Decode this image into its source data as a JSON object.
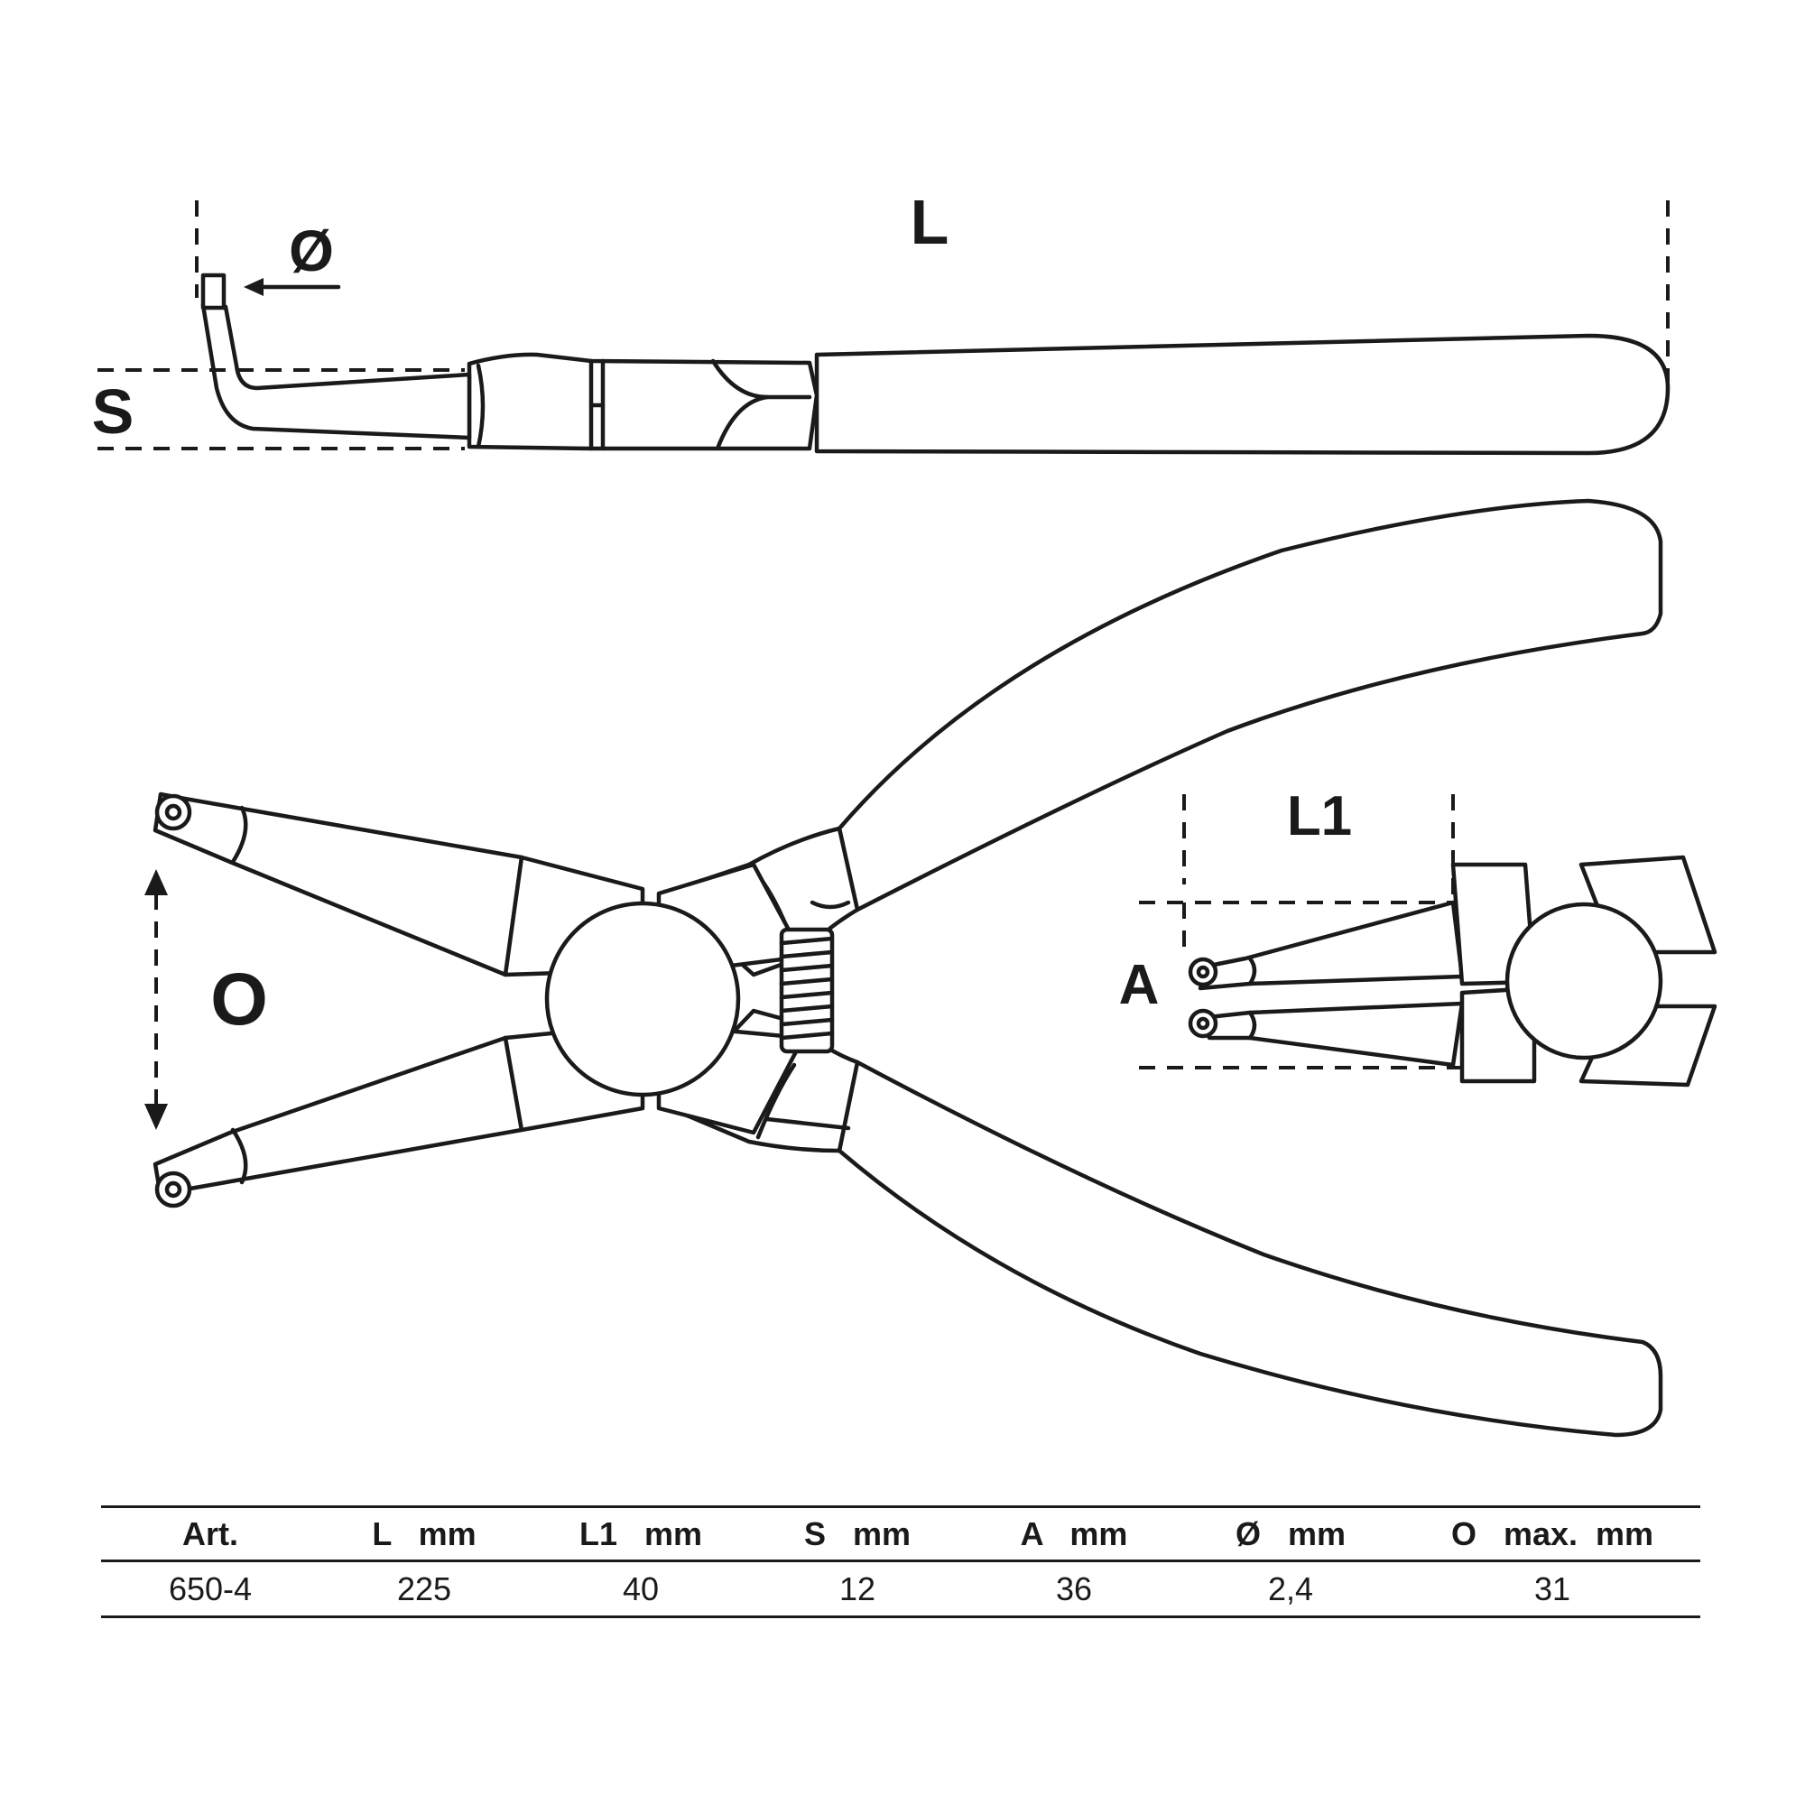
{
  "diagram": {
    "labels": {
      "length": "L",
      "diameter": "Ø",
      "thickness": "S",
      "opening": "O",
      "tip_length": "L1",
      "tip_spacing": "A"
    }
  },
  "spec_table": {
    "headers": [
      "Art.",
      "L   mm",
      "L1   mm",
      "S   mm",
      "A   mm",
      "Ø   mm",
      "O   max.  mm"
    ],
    "rows": [
      [
        "650-4",
        "225",
        "40",
        "12",
        "36",
        "2,4",
        "31"
      ]
    ]
  }
}
